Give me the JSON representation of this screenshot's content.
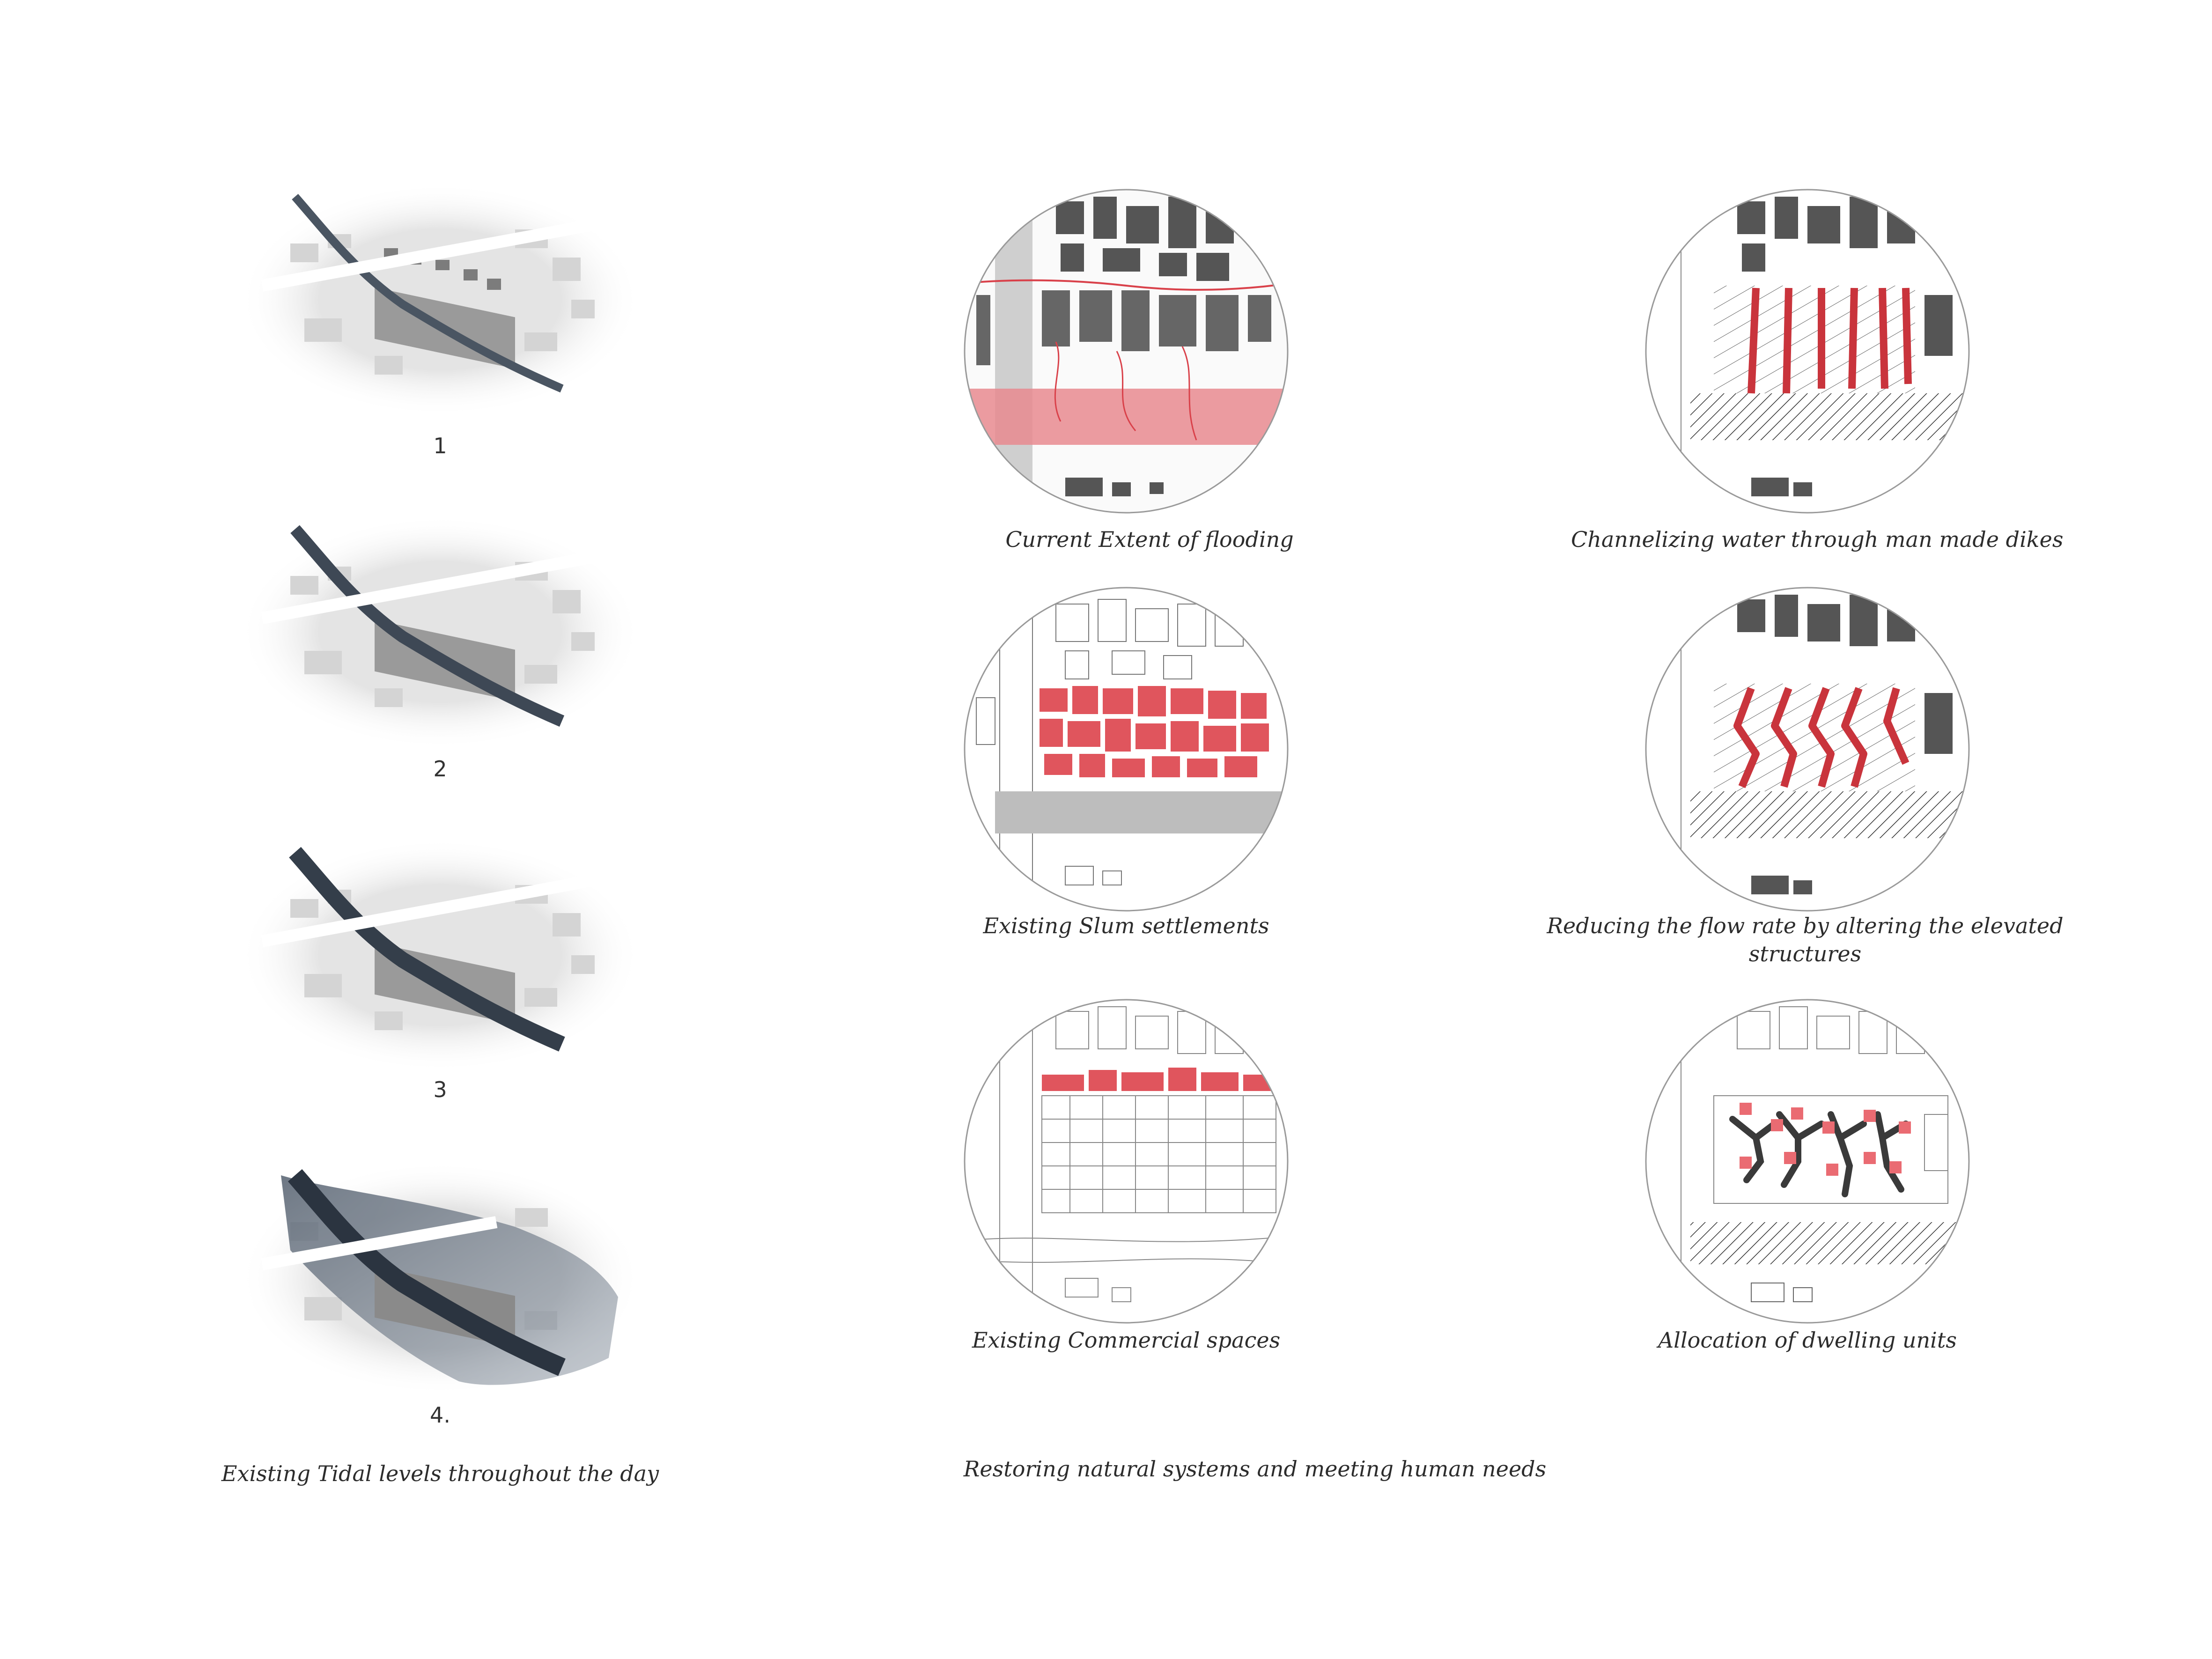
{
  "left_column": {
    "tidal_steps": [
      {
        "label": "1",
        "water_level": 0.15
      },
      {
        "label": "2",
        "water_level": 0.35
      },
      {
        "label": "3",
        "water_level": 0.55
      },
      {
        "label": "4.",
        "water_level": 1.0
      }
    ],
    "caption": "Existing Tidal levels throughout the day"
  },
  "middle_column": {
    "panels": [
      {
        "label": "Current Extent of flooding",
        "highlight": "flood-band"
      },
      {
        "label": "Existing Slum settlements",
        "highlight": "slum-blocks"
      },
      {
        "label": "Existing Commercial spaces",
        "highlight": "commercial-strip"
      }
    ],
    "caption": "Restoring natural systems and meeting human needs"
  },
  "right_column": {
    "panels": [
      {
        "label": "Channelizing water through man made dikes",
        "highlight": "straight-dikes"
      },
      {
        "label": "Reducing the flow rate by altering the elevated",
        "label_line2": "structures",
        "highlight": "zigzag-dikes"
      },
      {
        "label": "Allocation of dwelling units",
        "highlight": "dwelling-units"
      }
    ]
  },
  "colors": {
    "accent_red": "#d9414a",
    "water_dark": "#3a4450",
    "sketch_ink": "#444444"
  }
}
